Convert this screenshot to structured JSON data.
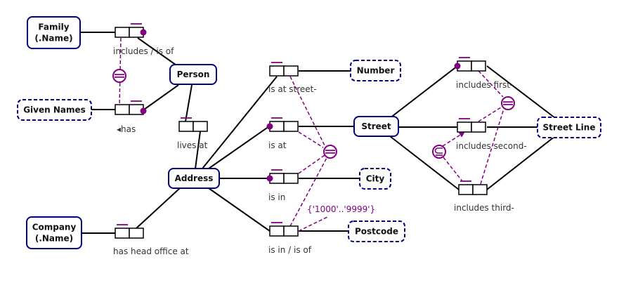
{
  "diagram": {
    "title": "ORM fact type model: Person, Address, Street",
    "colors": {
      "entity_border": "#000080",
      "constraint": "#800080",
      "line": "#000000",
      "label": "#333333"
    },
    "entities": [
      {
        "id": "family",
        "lines": [
          "Family",
          "(.Name)"
        ],
        "kind": "entity"
      },
      {
        "id": "given-names",
        "lines": [
          "Given Names"
        ],
        "kind": "value"
      },
      {
        "id": "person",
        "lines": [
          "Person"
        ],
        "kind": "entity"
      },
      {
        "id": "address",
        "lines": [
          "Address"
        ],
        "kind": "entity"
      },
      {
        "id": "company",
        "lines": [
          "Company",
          "(.Name)"
        ],
        "kind": "entity"
      },
      {
        "id": "number",
        "lines": [
          "Number"
        ],
        "kind": "value"
      },
      {
        "id": "street",
        "lines": [
          "Street"
        ],
        "kind": "entity"
      },
      {
        "id": "city",
        "lines": [
          "City"
        ],
        "kind": "value"
      },
      {
        "id": "postcode",
        "lines": [
          "Postcode"
        ],
        "kind": "value"
      },
      {
        "id": "street-line",
        "lines": [
          "Street Line"
        ],
        "kind": "value"
      }
    ],
    "fact_types": [
      {
        "id": "includes-is-of",
        "reading": "includes / is of",
        "mandatory": "right"
      },
      {
        "id": "has",
        "reading": "◂has",
        "mandatory": "right"
      },
      {
        "id": "lives-at",
        "reading": "lives at",
        "mandatory": null
      },
      {
        "id": "has-head-office-at",
        "reading": "has head office at",
        "mandatory": null
      },
      {
        "id": "is-at-street",
        "reading": "is at street-",
        "mandatory": null
      },
      {
        "id": "is-at",
        "reading": "is at",
        "mandatory": "left"
      },
      {
        "id": "is-in",
        "reading": "is in",
        "mandatory": "left"
      },
      {
        "id": "is-in-is-of",
        "reading": "is in / is of",
        "mandatory": null
      },
      {
        "id": "includes-first",
        "reading": "includes first-",
        "mandatory": "left"
      },
      {
        "id": "includes-second",
        "reading": "includes second-",
        "mandatory": null
      },
      {
        "id": "includes-third",
        "reading": "includes third-",
        "mandatory": null
      }
    ],
    "constraints": [
      {
        "id": "equality-family-given",
        "symbol": "equality"
      },
      {
        "id": "equality-address",
        "symbol": "equality"
      },
      {
        "id": "equality-street",
        "symbol": "equality"
      },
      {
        "id": "subset-street",
        "symbol": "subset"
      }
    ],
    "value_constraint": "{'1000'..'9999'}"
  }
}
